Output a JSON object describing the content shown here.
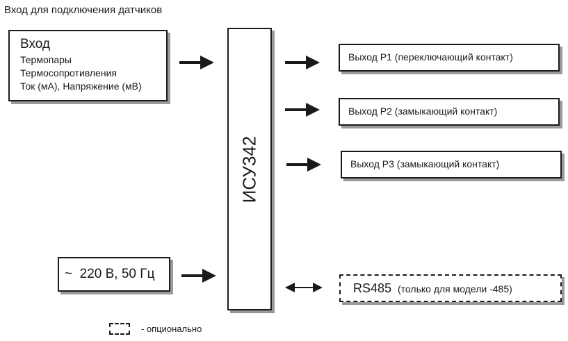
{
  "heading": "Вход для подключения датчиков",
  "input_box": {
    "title": "Вход",
    "lines": [
      "Термопары",
      "Термосопротивления",
      "Ток (мА), Напряжение (мВ)"
    ]
  },
  "device": {
    "label": "ИСУ342"
  },
  "outputs": [
    {
      "label": "Выход Р1 (переключающий контакт)"
    },
    {
      "label": "Выход Р2 (замыкающий контакт)"
    },
    {
      "label": "Выход Р3 (замыкающий контакт)"
    }
  ],
  "power": {
    "label": "~  220 В, 50 Гц"
  },
  "rs485": {
    "label": "RS485",
    "note": "(только для модели -485)"
  },
  "legend": {
    "label": "- опционально"
  },
  "colors": {
    "line": "#1a1a1a",
    "shadow": "#9a9a9a",
    "background": "#ffffff"
  }
}
